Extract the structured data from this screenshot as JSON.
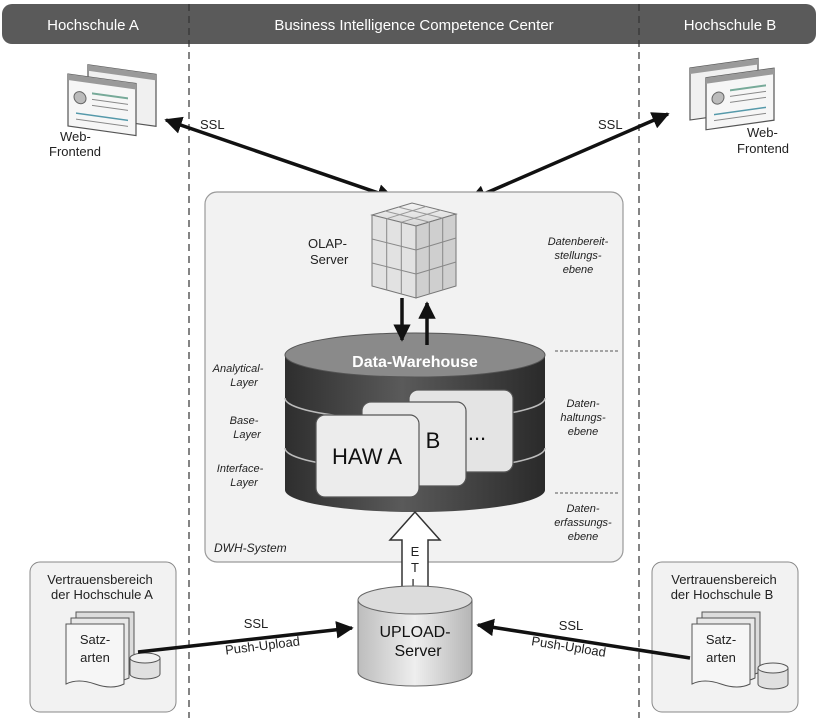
{
  "header": {
    "left": "Hochschule  A",
    "center": "Business Intelligence Competence Center",
    "right": "Hochschule B"
  },
  "web_frontend_left": [
    "Web-",
    "Frontend"
  ],
  "web_frontend_right": [
    "Web-",
    "Frontend"
  ],
  "ssl_top_left": "SSL",
  "ssl_top_right": "SSL",
  "olap_server": [
    "OLAP-",
    "Server"
  ],
  "dwh_layer_top": [
    "Datenbereit-",
    "stellungs-",
    "ebene"
  ],
  "dwh_layer_mid": [
    "Daten-",
    "haltungs-",
    "ebene"
  ],
  "dwh_layer_bottom": [
    "Daten-",
    "erfassungs-",
    "ebene"
  ],
  "layer_analytical": [
    "Analytical-",
    "Layer"
  ],
  "layer_base": [
    "Base-",
    "Layer"
  ],
  "layer_interface": [
    "Interface-",
    "Layer"
  ],
  "data_warehouse": "Data-Warehouse",
  "haw_a": "HAW A",
  "haw_b": "B",
  "haw_more": "...",
  "dwh_system": "DWH-System",
  "etl": [
    "E",
    "T",
    "L"
  ],
  "upload_server": [
    "UPLOAD-",
    "Server"
  ],
  "trust_left": [
    "Vertrauensbereich",
    "der Hochschule A"
  ],
  "trust_right": [
    "Vertrauensbereich",
    "der Hochschule B"
  ],
  "satzarten_left": [
    "Satz-",
    "arten"
  ],
  "satzarten_right": [
    "Satz-",
    "arten"
  ],
  "ssl_bottom_left": [
    "SSL",
    "Push-Upload"
  ],
  "ssl_bottom_right": [
    "SSL",
    "Push-Upload"
  ],
  "colors": {
    "header_bg": "#5a5a5a",
    "panel_bg": "#f2f2f2",
    "cylinder_dark": "#3c3c3c",
    "cylinder_top": "#8a8a8a",
    "arrow": "#111111"
  }
}
